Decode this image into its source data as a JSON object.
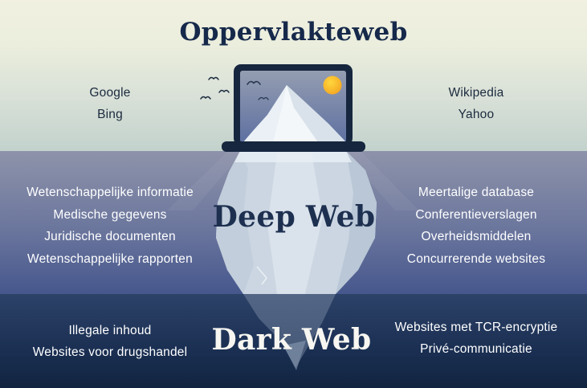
{
  "surface": {
    "title": "Oppervlakteweb",
    "left_items": [
      "Google",
      "Bing"
    ],
    "right_items": [
      "Wikipedia",
      "Yahoo"
    ]
  },
  "deep": {
    "title": "Deep Web",
    "left_items": [
      "Wetenschappelijke informatie",
      "Medische gegevens",
      "Juridische documenten",
      "Wetenschappelijke rapporten"
    ],
    "right_items": [
      "Meertalige database",
      "Conferentieverslagen",
      "Overheidsmiddelen",
      "Concurrerende websites"
    ]
  },
  "dark": {
    "title": "Dark Web",
    "left_items": [
      "Illegale inhoud",
      "Websites voor drugshandel"
    ],
    "right_items": [
      "Websites met TCR-encryptie",
      "Privé-communicatie"
    ]
  },
  "icons": {
    "laptop": "laptop-icon",
    "sun": "sun-icon",
    "birds": "bird-icon",
    "iceberg": "iceberg-icon"
  },
  "colors": {
    "surface_bg_top": "#F1F0E1",
    "surface_bg_bottom": "#C2D2CC",
    "deep_bg_top": "#8E93AA",
    "deep_bg_bottom": "#46578D",
    "dark_bg_top": "#2D4268",
    "dark_bg_bottom": "#122440",
    "title_navy": "#16294A",
    "list_text_white": "#FFFFFF",
    "laptop_frame": "#16263E",
    "sun_orange": "#F5A21E",
    "iceberg_above_water": "#F4F7FA",
    "iceberg_submerged": "#CBD6E2"
  }
}
